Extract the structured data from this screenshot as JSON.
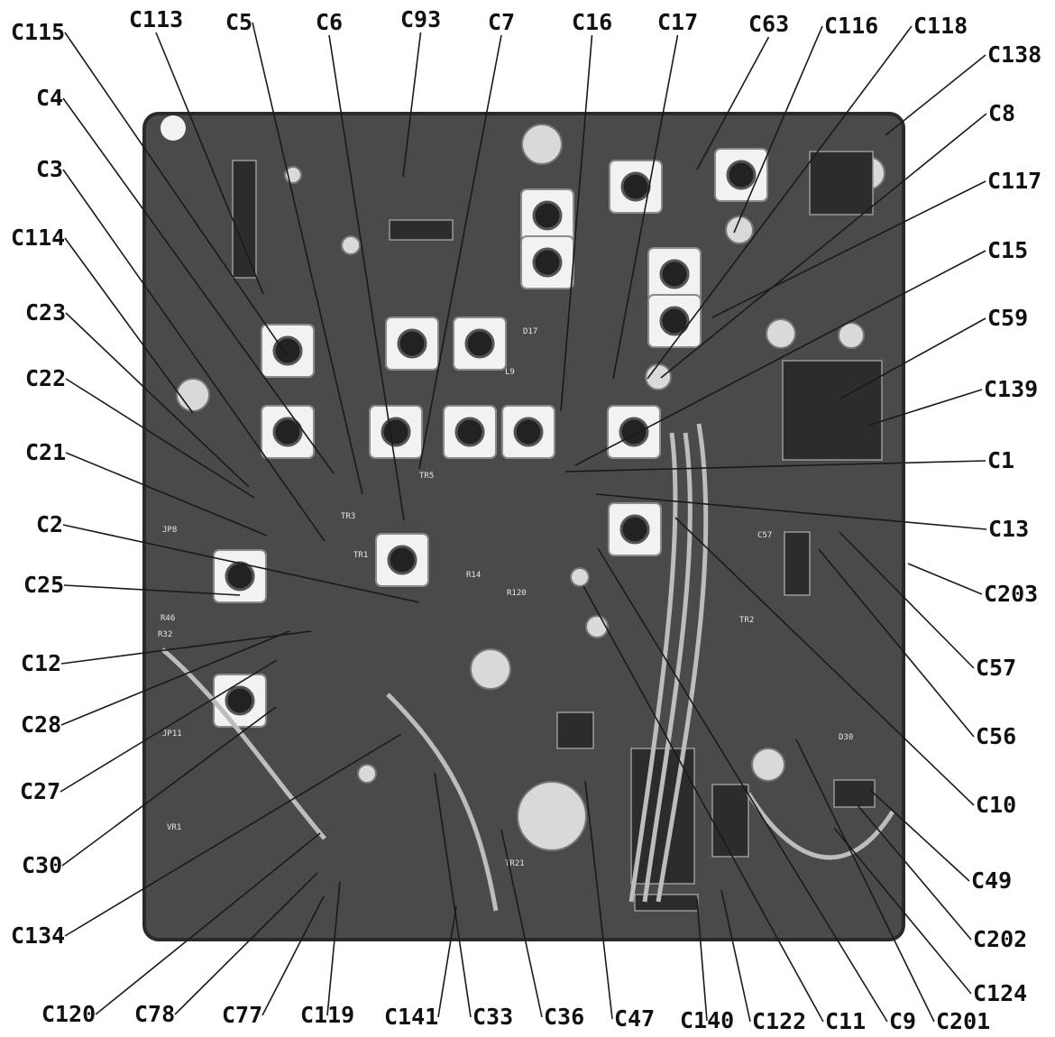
{
  "colors": {
    "background": "#ffffff",
    "board": "#4a4a4a",
    "board_edge": "#2a2a2a",
    "leader": "#1a1a1a",
    "label": "#111111",
    "coil_can": "#f2f2f2",
    "component": "#d9d9d9"
  },
  "photo": {
    "silkscreen": [
      "TR5",
      "TR3",
      "TR1",
      "TR2",
      "TR21",
      "JP8",
      "JP11",
      "R14",
      "R120",
      "R32",
      "R46",
      "D17",
      "D30",
      "C57",
      "VR1",
      "L9"
    ]
  },
  "labels": [
    {
      "id": "C115"
    },
    {
      "id": "C113"
    },
    {
      "id": "C5"
    },
    {
      "id": "C6"
    },
    {
      "id": "C93"
    },
    {
      "id": "C7"
    },
    {
      "id": "C16"
    },
    {
      "id": "C17"
    },
    {
      "id": "C63"
    },
    {
      "id": "C116"
    },
    {
      "id": "C118"
    },
    {
      "id": "C138"
    },
    {
      "id": "C8"
    },
    {
      "id": "C117"
    },
    {
      "id": "C15"
    },
    {
      "id": "C59"
    },
    {
      "id": "C139"
    },
    {
      "id": "C1"
    },
    {
      "id": "C13"
    },
    {
      "id": "C203"
    },
    {
      "id": "C57"
    },
    {
      "id": "C56"
    },
    {
      "id": "C10"
    },
    {
      "id": "C49"
    },
    {
      "id": "C202"
    },
    {
      "id": "C124"
    },
    {
      "id": "C201"
    },
    {
      "id": "C9"
    },
    {
      "id": "C11"
    },
    {
      "id": "C122"
    },
    {
      "id": "C140"
    },
    {
      "id": "C47"
    },
    {
      "id": "C36"
    },
    {
      "id": "C33"
    },
    {
      "id": "C141"
    },
    {
      "id": "C119"
    },
    {
      "id": "C77"
    },
    {
      "id": "C78"
    },
    {
      "id": "C120"
    },
    {
      "id": "C134"
    },
    {
      "id": "C30"
    },
    {
      "id": "C27"
    },
    {
      "id": "C28"
    },
    {
      "id": "C12"
    },
    {
      "id": "C25"
    },
    {
      "id": "C2"
    },
    {
      "id": "C21"
    },
    {
      "id": "C22"
    },
    {
      "id": "C23"
    },
    {
      "id": "C114"
    },
    {
      "id": "C3"
    },
    {
      "id": "C4"
    }
  ]
}
